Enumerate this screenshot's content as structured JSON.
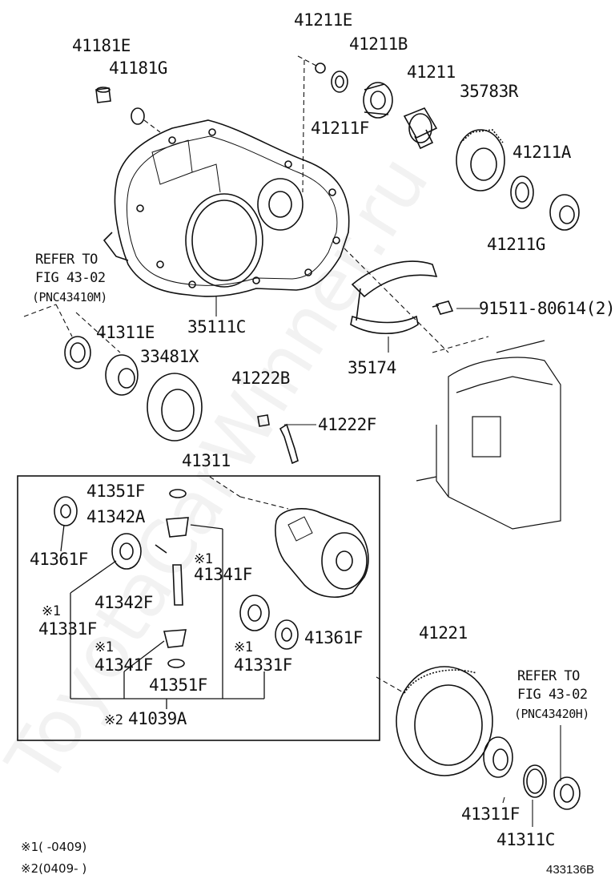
{
  "diagram_code": "433136B",
  "parts": {
    "p41181E": "41181E",
    "p41181G": "41181G",
    "p41211E": "41211E",
    "p41211B": "41211B",
    "p41211": "41211",
    "p35783R": "35783R",
    "p41211F": "41211F",
    "p41211A": "41211A",
    "p41211G": "41211G",
    "p91511": "91511-80614(2)",
    "p35111C": "35111C",
    "p35174": "35174",
    "p41311E": "41311E",
    "p33481X": "33481X",
    "p41222B": "41222B",
    "p41222F": "41222F",
    "p41311": "41311",
    "p41351F_a": "41351F",
    "p41342A": "41342A",
    "p41361F_a": "41361F",
    "p41341F_a": "41341F",
    "p41342F": "41342F",
    "p41331F_a": "41331F",
    "p41341F_b": "41341F",
    "p41351F_b": "41351F",
    "p41361F_b": "41361F",
    "p41331F_b": "41331F",
    "p41039A": "41039A",
    "p41221": "41221",
    "p41311F": "41311F",
    "p41311C": "41311C"
  },
  "marks": {
    "m1": "※1",
    "m2": "※2"
  },
  "refer_left": {
    "line1": "REFER TO",
    "line2": "FIG 43-02",
    "line3": "(PNC43410M)"
  },
  "refer_right": {
    "line1": "REFER TO",
    "line2": "FIG 43-02",
    "line3": "(PNC43420H)"
  },
  "footnotes": {
    "note1": "※1(   -0409)",
    "note2": "※2(0409-   )"
  },
  "watermark": "ToyotaCarWinner.ru"
}
